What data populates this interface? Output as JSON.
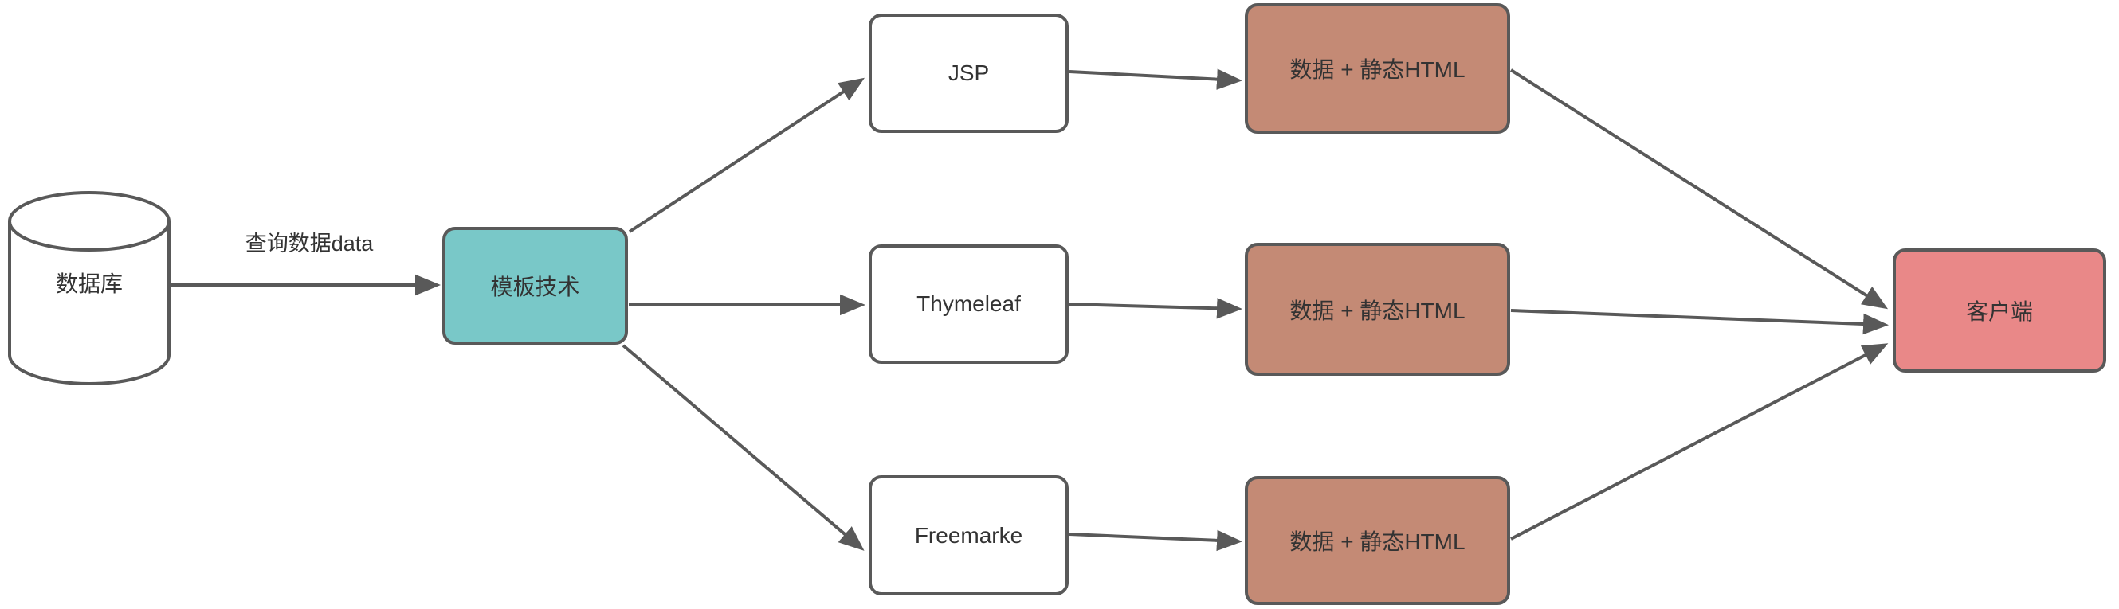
{
  "diagram": {
    "nodes": {
      "database": {
        "label": "数据库",
        "shape": "cylinder"
      },
      "template": {
        "label": "模板技术",
        "fill": "#79c8c8"
      },
      "engines": [
        {
          "label": "JSP"
        },
        {
          "label": "Thymeleaf"
        },
        {
          "label": "Freemarke"
        }
      ],
      "outputs": [
        {
          "label": "数据 + 静态HTML"
        },
        {
          "label": "数据 + 静态HTML"
        },
        {
          "label": "数据 + 静态HTML"
        }
      ],
      "client": {
        "label": "客户端",
        "fill": "#e98888"
      }
    },
    "edge_labels": {
      "db_to_template": "查询数据data"
    },
    "colors": {
      "template_fill": "#79c8c8",
      "output_fill": "#c48a75",
      "client_fill": "#e98888",
      "engine_fill": "#ffffff",
      "stroke": "#595959",
      "text": "#333333"
    }
  }
}
